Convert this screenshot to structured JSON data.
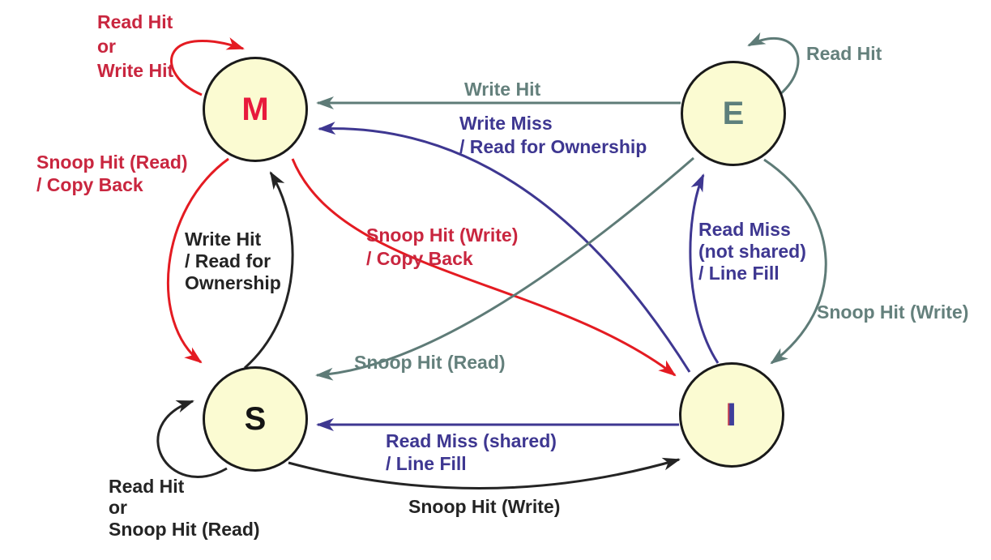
{
  "diagram": {
    "type": "state-machine",
    "subject": "MESI cache coherence protocol state diagram",
    "state_fill": "#fbfbd2",
    "state_border": "#1a1a1a",
    "palette": {
      "red_arrow": "#e41b22",
      "red_text": "#c9263f",
      "gray": "#64807c",
      "purple": "#3e3791",
      "black": "#242424"
    },
    "states": [
      {
        "id": "M",
        "label": "M",
        "color": "#e81a3c"
      },
      {
        "id": "E",
        "label": "E",
        "color": "#5d7f7c"
      },
      {
        "id": "S",
        "label": "S",
        "color": "#141414"
      },
      {
        "id": "I",
        "label": "I",
        "color": "#3e3e9b"
      }
    ],
    "transitions": [
      {
        "from": "M",
        "to": "M",
        "color": "red",
        "label": "Read Hit\nor\nWrite Hit"
      },
      {
        "from": "E",
        "to": "E",
        "color": "gray",
        "label": "Read Hit"
      },
      {
        "from": "E",
        "to": "M",
        "color": "gray",
        "label": "Write Hit"
      },
      {
        "from": "I",
        "to": "M",
        "color": "purple",
        "label": "Write Miss\n/ Read for Ownership"
      },
      {
        "from": "M",
        "to": "S",
        "color": "red",
        "label": "Snoop Hit (Read)\n/ Copy Back"
      },
      {
        "from": "S",
        "to": "M",
        "color": "black",
        "label": "Write Hit\n/ Read for\nOwnership"
      },
      {
        "from": "M",
        "to": "I",
        "color": "red",
        "label": "Snoop Hit (Write)\n/ Copy Back"
      },
      {
        "from": "I",
        "to": "E",
        "color": "purple",
        "label": "Read Miss\n(not shared)\n/ Line Fill"
      },
      {
        "from": "E",
        "to": "I",
        "color": "gray",
        "label": "Snoop Hit (Write)"
      },
      {
        "from": "E",
        "to": "S",
        "color": "gray",
        "label": "Snoop Hit (Read)"
      },
      {
        "from": "I",
        "to": "S",
        "color": "purple",
        "label": "Read Miss (shared)\n/ Line Fill"
      },
      {
        "from": "S",
        "to": "I",
        "color": "black",
        "label": "Snoop Hit (Write)"
      },
      {
        "from": "S",
        "to": "S",
        "color": "black",
        "label": "Read Hit\nor\nSnoop Hit (Read)"
      }
    ]
  }
}
